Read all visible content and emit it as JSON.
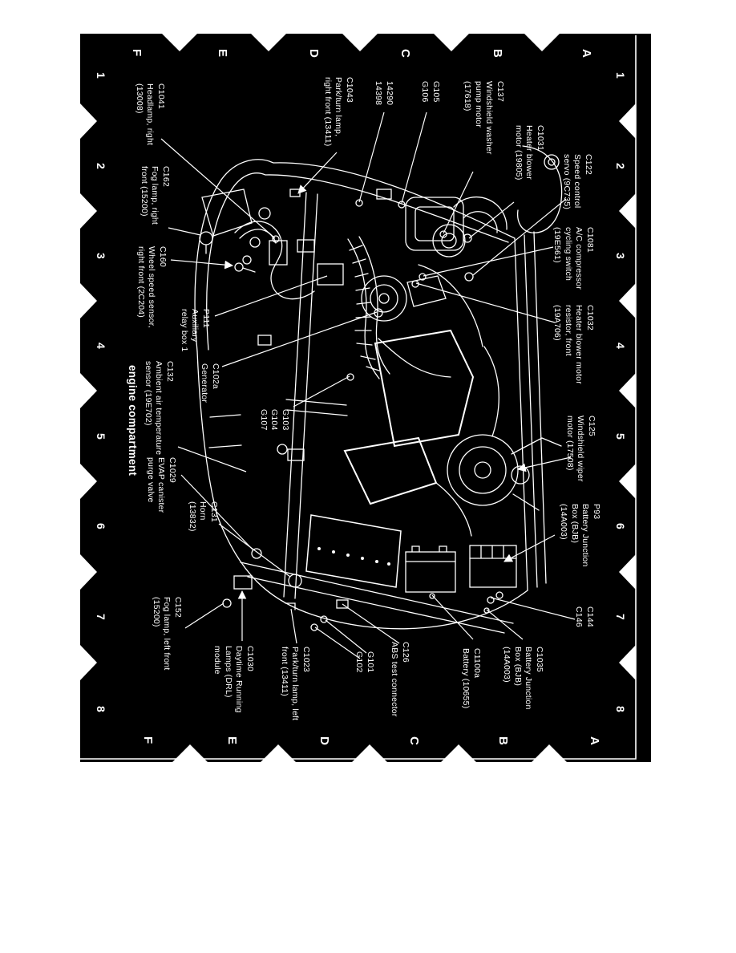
{
  "document": {
    "kind": "service manual component location view",
    "title": "engine compartment"
  },
  "diagram": {
    "title": "engine compartment",
    "background_color": "#000000",
    "line_color": "#ffffff",
    "page_color": "#ffffff",
    "grid": {
      "letters": [
        "A",
        "B",
        "C",
        "D",
        "E",
        "F"
      ],
      "numbers": [
        "1",
        "2",
        "3",
        "4",
        "5",
        "6",
        "7",
        "8"
      ]
    },
    "labels": [
      {
        "id": "c1041",
        "lines": [
          "C1041",
          "Headlamp, right",
          "(13008)"
        ]
      },
      {
        "id": "c162",
        "lines": [
          "C162",
          "Fog lamp, right",
          "front (15200)"
        ]
      },
      {
        "id": "c160",
        "lines": [
          "C160",
          "Wheel speed sensor,",
          "right front (2C204)"
        ]
      },
      {
        "id": "c1043",
        "lines": [
          "C1043",
          "Park/turn lamp,",
          "right front (13411)"
        ]
      },
      {
        "id": "h14290_14398",
        "lines": [
          "14290",
          "14398"
        ]
      },
      {
        "id": "g105_g106",
        "lines": [
          "G105",
          "G106"
        ]
      },
      {
        "id": "c137",
        "lines": [
          "C137",
          "Windshield washer",
          "pump motor",
          "(17618)"
        ]
      },
      {
        "id": "c1031",
        "lines": [
          "C1031",
          "Heater blower",
          "motor (19805)"
        ]
      },
      {
        "id": "c122",
        "lines": [
          "C122",
          "Speed control",
          "servo (9C735)"
        ]
      },
      {
        "id": "c1081",
        "lines": [
          "C1081",
          "A/C compressor",
          "cycling switch",
          "(19E561)"
        ]
      },
      {
        "id": "c1032",
        "lines": [
          "C1032",
          "Heater blower motor",
          "resistor, front",
          "(19A706)"
        ]
      },
      {
        "id": "c125",
        "lines": [
          "C125",
          "Windshield wiper",
          "motor (17508)"
        ]
      },
      {
        "id": "p93",
        "lines": [
          "P93",
          "Battery Junction",
          "Box (BJB)",
          "(14A003)"
        ]
      },
      {
        "id": "c144_c146",
        "lines": [
          "C144",
          "C146"
        ]
      },
      {
        "id": "p111",
        "lines": [
          "P111",
          "Auxiliary",
          "relay box 1"
        ]
      },
      {
        "id": "c102a",
        "lines": [
          "C102a",
          "Generator"
        ]
      },
      {
        "id": "g103_g104_g107",
        "lines": [
          "G103",
          "G104",
          "G107"
        ]
      },
      {
        "id": "c132",
        "lines": [
          "C132",
          "Ambient air temperature",
          "sensor (19E702)"
        ]
      },
      {
        "id": "c1029",
        "lines": [
          "C1029",
          "EVAP canister",
          "purge valve"
        ]
      },
      {
        "id": "c131",
        "lines": [
          "C131",
          "Horn",
          "(13832)"
        ]
      },
      {
        "id": "c152",
        "lines": [
          "C152",
          "Fog lamp, left front",
          "(15200)"
        ]
      },
      {
        "id": "c1030",
        "lines": [
          "C1030",
          "Daytime Running",
          "Lamps (DRL)",
          "module"
        ]
      },
      {
        "id": "c1023",
        "lines": [
          "C1023",
          "Park/turn lamp, left",
          "front (13411)"
        ]
      },
      {
        "id": "g101_g102",
        "lines": [
          "G101",
          "G102"
        ]
      },
      {
        "id": "c126",
        "lines": [
          "C126",
          "ABS test connector"
        ]
      },
      {
        "id": "c1100a",
        "lines": [
          "C1100a",
          "Battery (10655)"
        ]
      },
      {
        "id": "c1035",
        "lines": [
          "C1035",
          "Battery Junction",
          "Box (BJB)",
          "(14A003)"
        ]
      }
    ]
  }
}
